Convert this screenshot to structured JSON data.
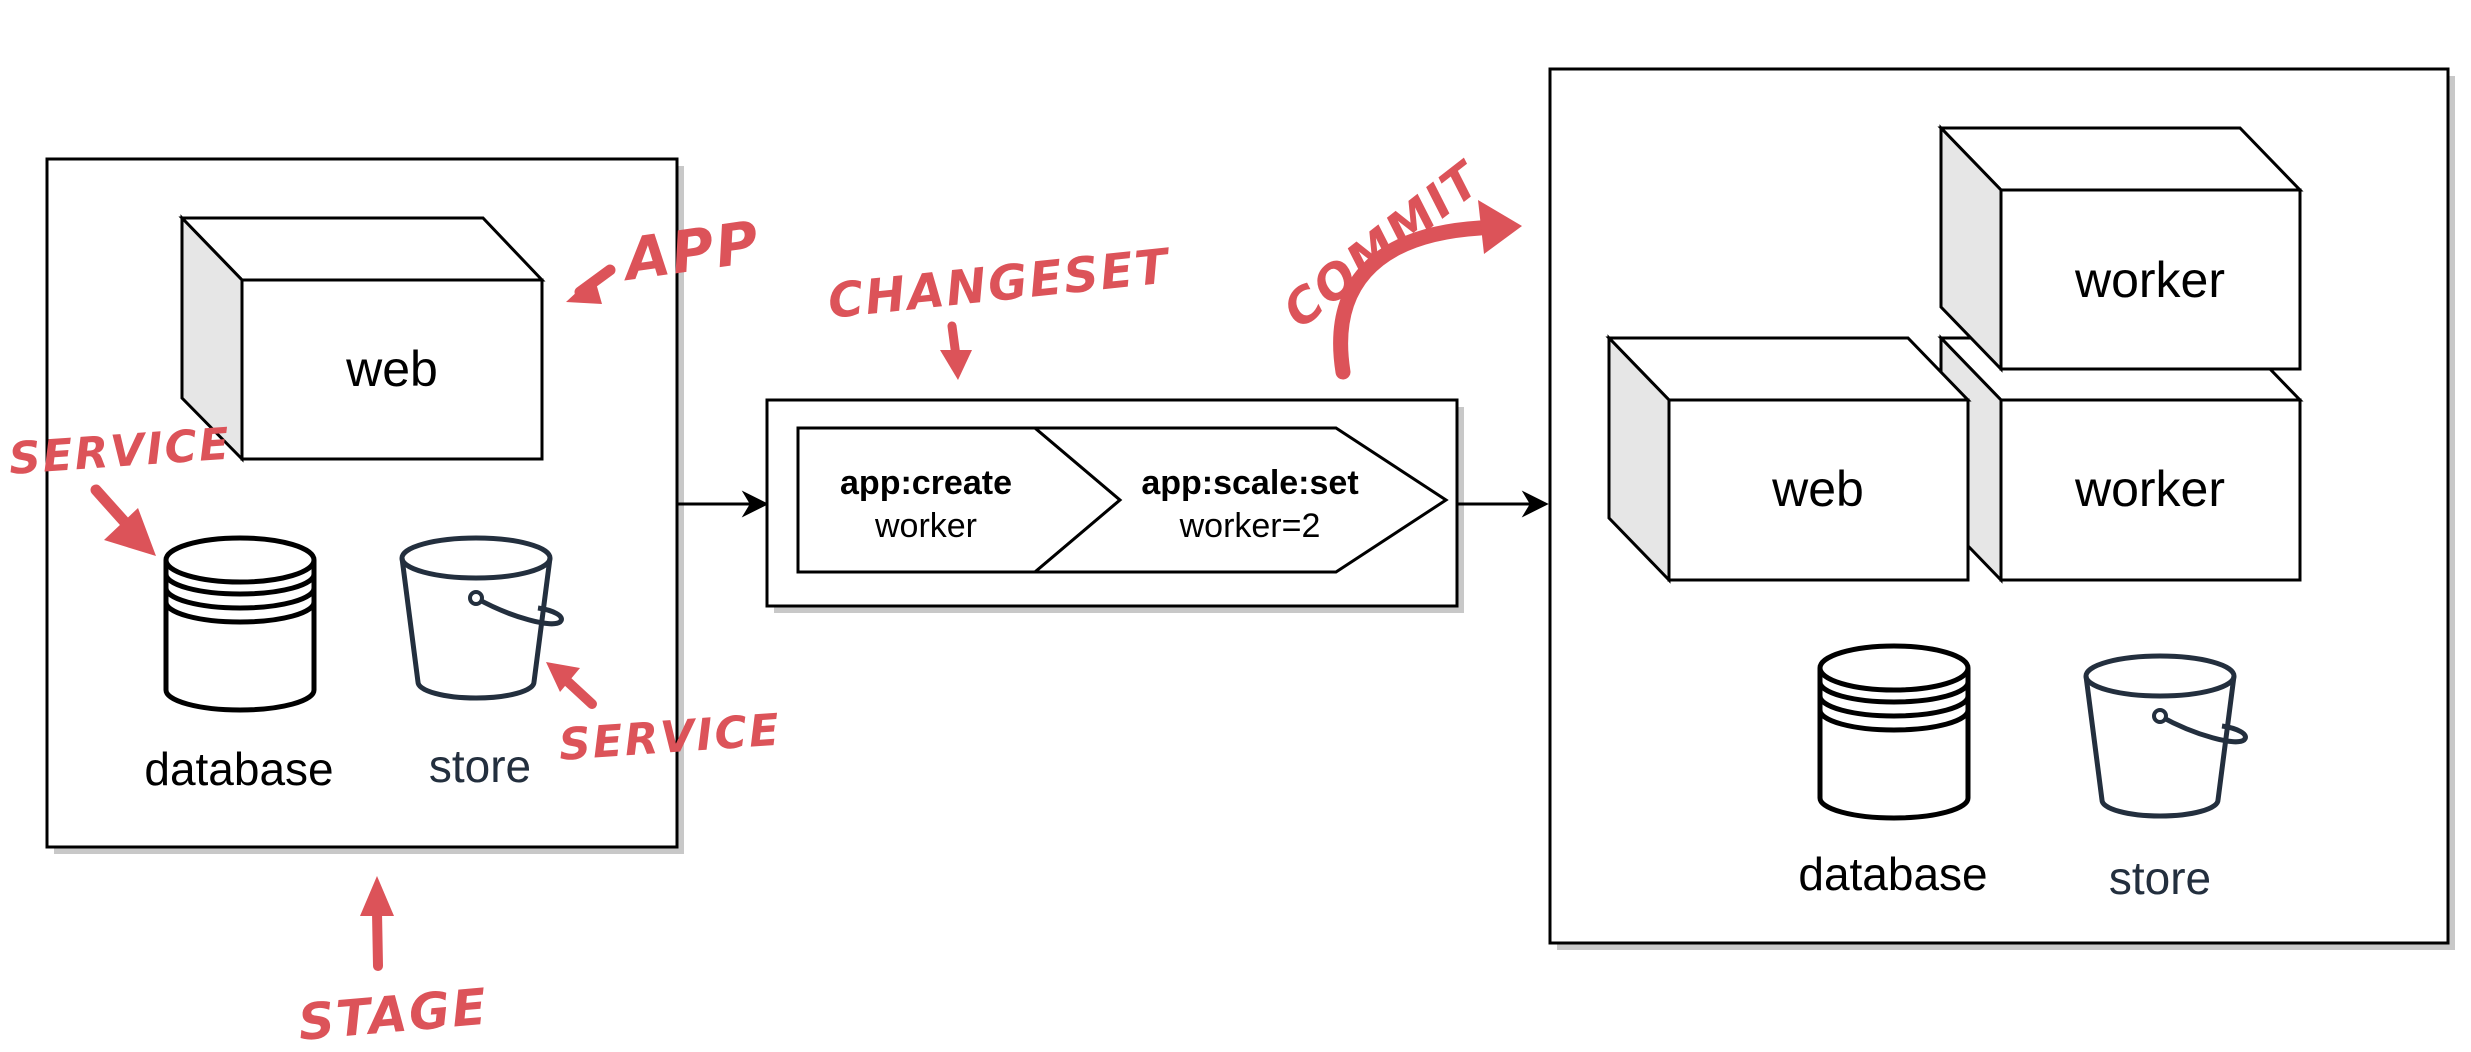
{
  "stage": {
    "app_label": "web",
    "services": [
      {
        "label": "database",
        "icon": "database-icon"
      },
      {
        "label": "store",
        "icon": "bucket-icon"
      }
    ]
  },
  "changeset": {
    "steps": [
      {
        "command": "app:create",
        "argument": "worker"
      },
      {
        "command": "app:scale:set",
        "argument": "worker=2"
      }
    ]
  },
  "result": {
    "apps": [
      "worker",
      "web",
      "worker"
    ],
    "services": [
      {
        "label": "database",
        "icon": "database-icon"
      },
      {
        "label": "store",
        "icon": "bucket-icon"
      }
    ]
  },
  "annotations": {
    "app": "APP",
    "service_left": "SERVICE",
    "service_right": "SERVICE",
    "changeset": "CHANGESET",
    "commit": "COMMIT",
    "stage": "STAGE"
  },
  "colors": {
    "annotation": "#dc5359",
    "stroke": "#000000",
    "box_side": "#e6e6e6",
    "shadow": "#c8c8c8",
    "store_text": "#232f3e"
  }
}
